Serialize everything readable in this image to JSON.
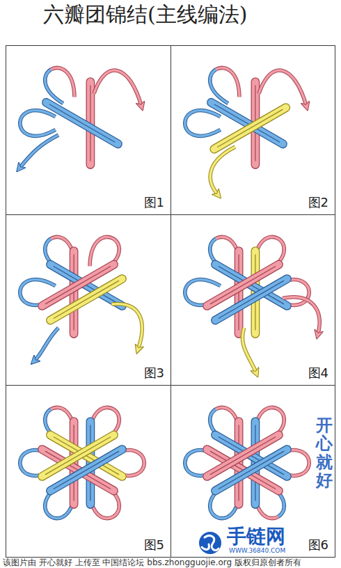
{
  "diagram": {
    "title": "六瓣团锦结(主线编法)",
    "caption": "该图片由 开心就好 上传至 中国结论坛 bbs.zhongguojie.org 版权归原创者所有",
    "nodes": [
      {
        "text": [
          "图1"
        ]
      },
      {
        "text": [
          "图2"
        ]
      },
      {
        "text": [
          "图3"
        ]
      },
      {
        "text": [
          "图4"
        ]
      },
      {
        "text": [
          "图5"
        ]
      },
      {
        "text": [
          "图6"
        ]
      }
    ],
    "labels": [
      "开心就好",
      "手链网",
      "WWW.36840.COM"
    ]
  }
}
